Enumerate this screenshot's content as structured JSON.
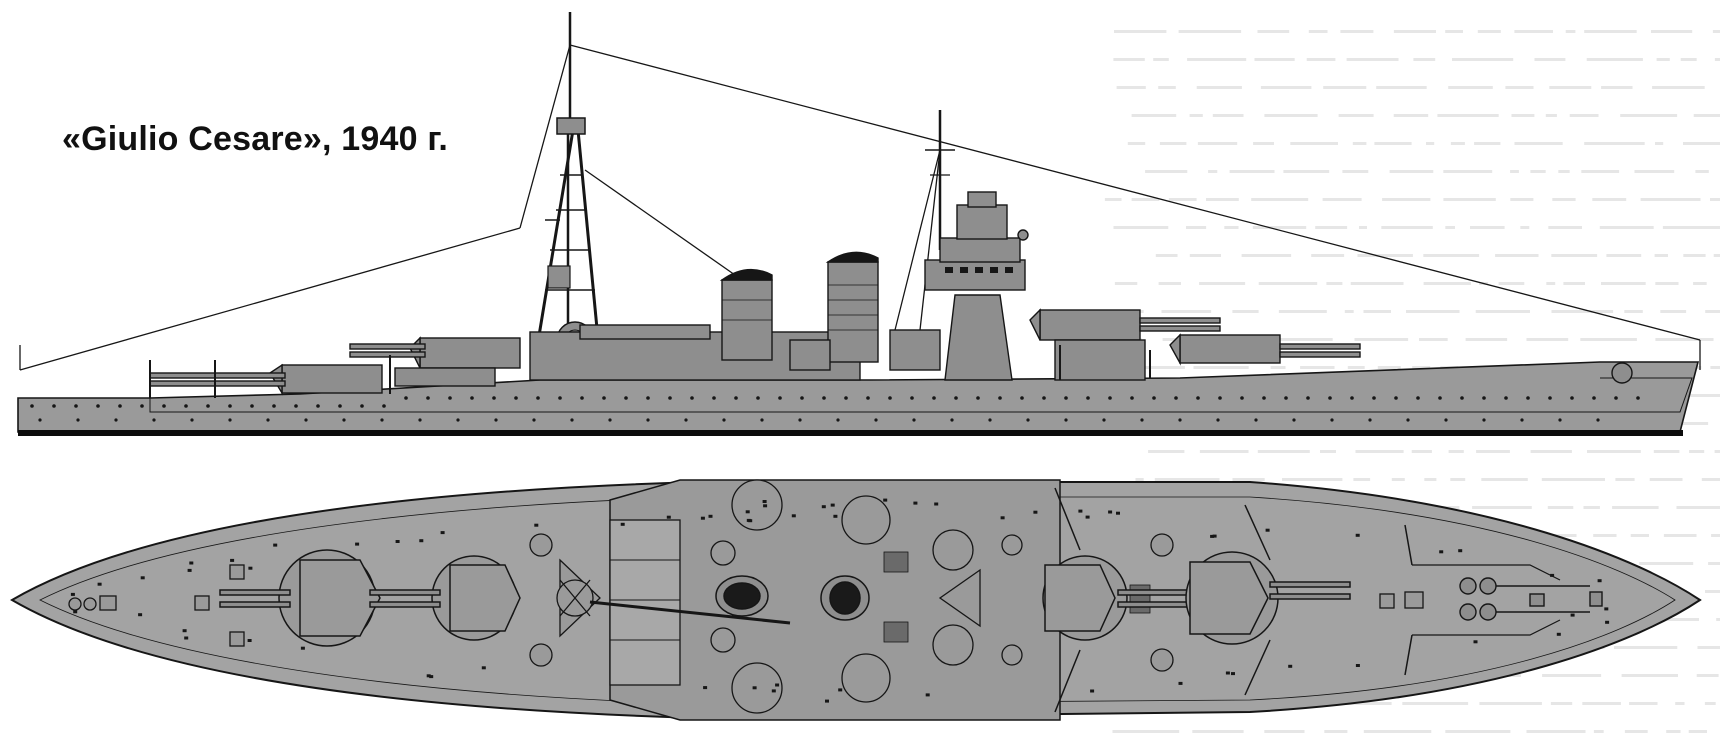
{
  "caption": {
    "title": "«Giulio Cesare», 1940 г."
  },
  "colors": {
    "hull": "#9a9a9a",
    "hull_dark": "#7b7b7b",
    "deck": "#a3a3a3",
    "superstructure": "#8e8e8e",
    "ink": "#161616",
    "waterline": "#0c0c0c",
    "background": "#ffffff",
    "show_through_text": "#d2d2d2"
  },
  "views": [
    {
      "id": "profile",
      "description_name": "side-elevation"
    },
    {
      "id": "plan",
      "description_name": "top-plan"
    }
  ]
}
